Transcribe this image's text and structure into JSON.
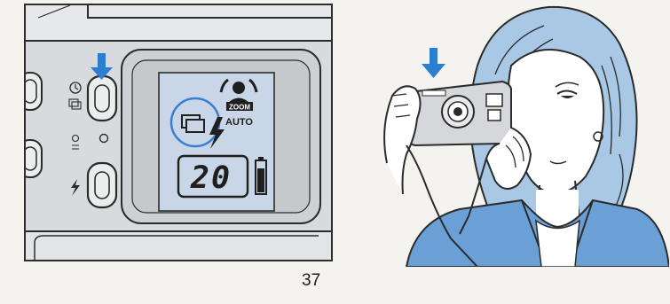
{
  "page": {
    "page_number": "37"
  },
  "lcd": {
    "zoom_label": "ZOOM",
    "auto_label": "AUTO",
    "frame_counter": "20"
  },
  "colors": {
    "arrow_blue": "#2c7fd0",
    "highlight_circle": "#3a7fcf",
    "camera_body": "#d6d7da",
    "lcd_background": "#c9d6e6",
    "jacket_blue": "#6aa0d6",
    "ink": "#1f1f1f"
  },
  "icons": [
    "down-arrow-icon",
    "self-timer-icon",
    "continuous-mode-icon",
    "flash-icon",
    "battery-icon",
    "zoom-person-icon"
  ]
}
